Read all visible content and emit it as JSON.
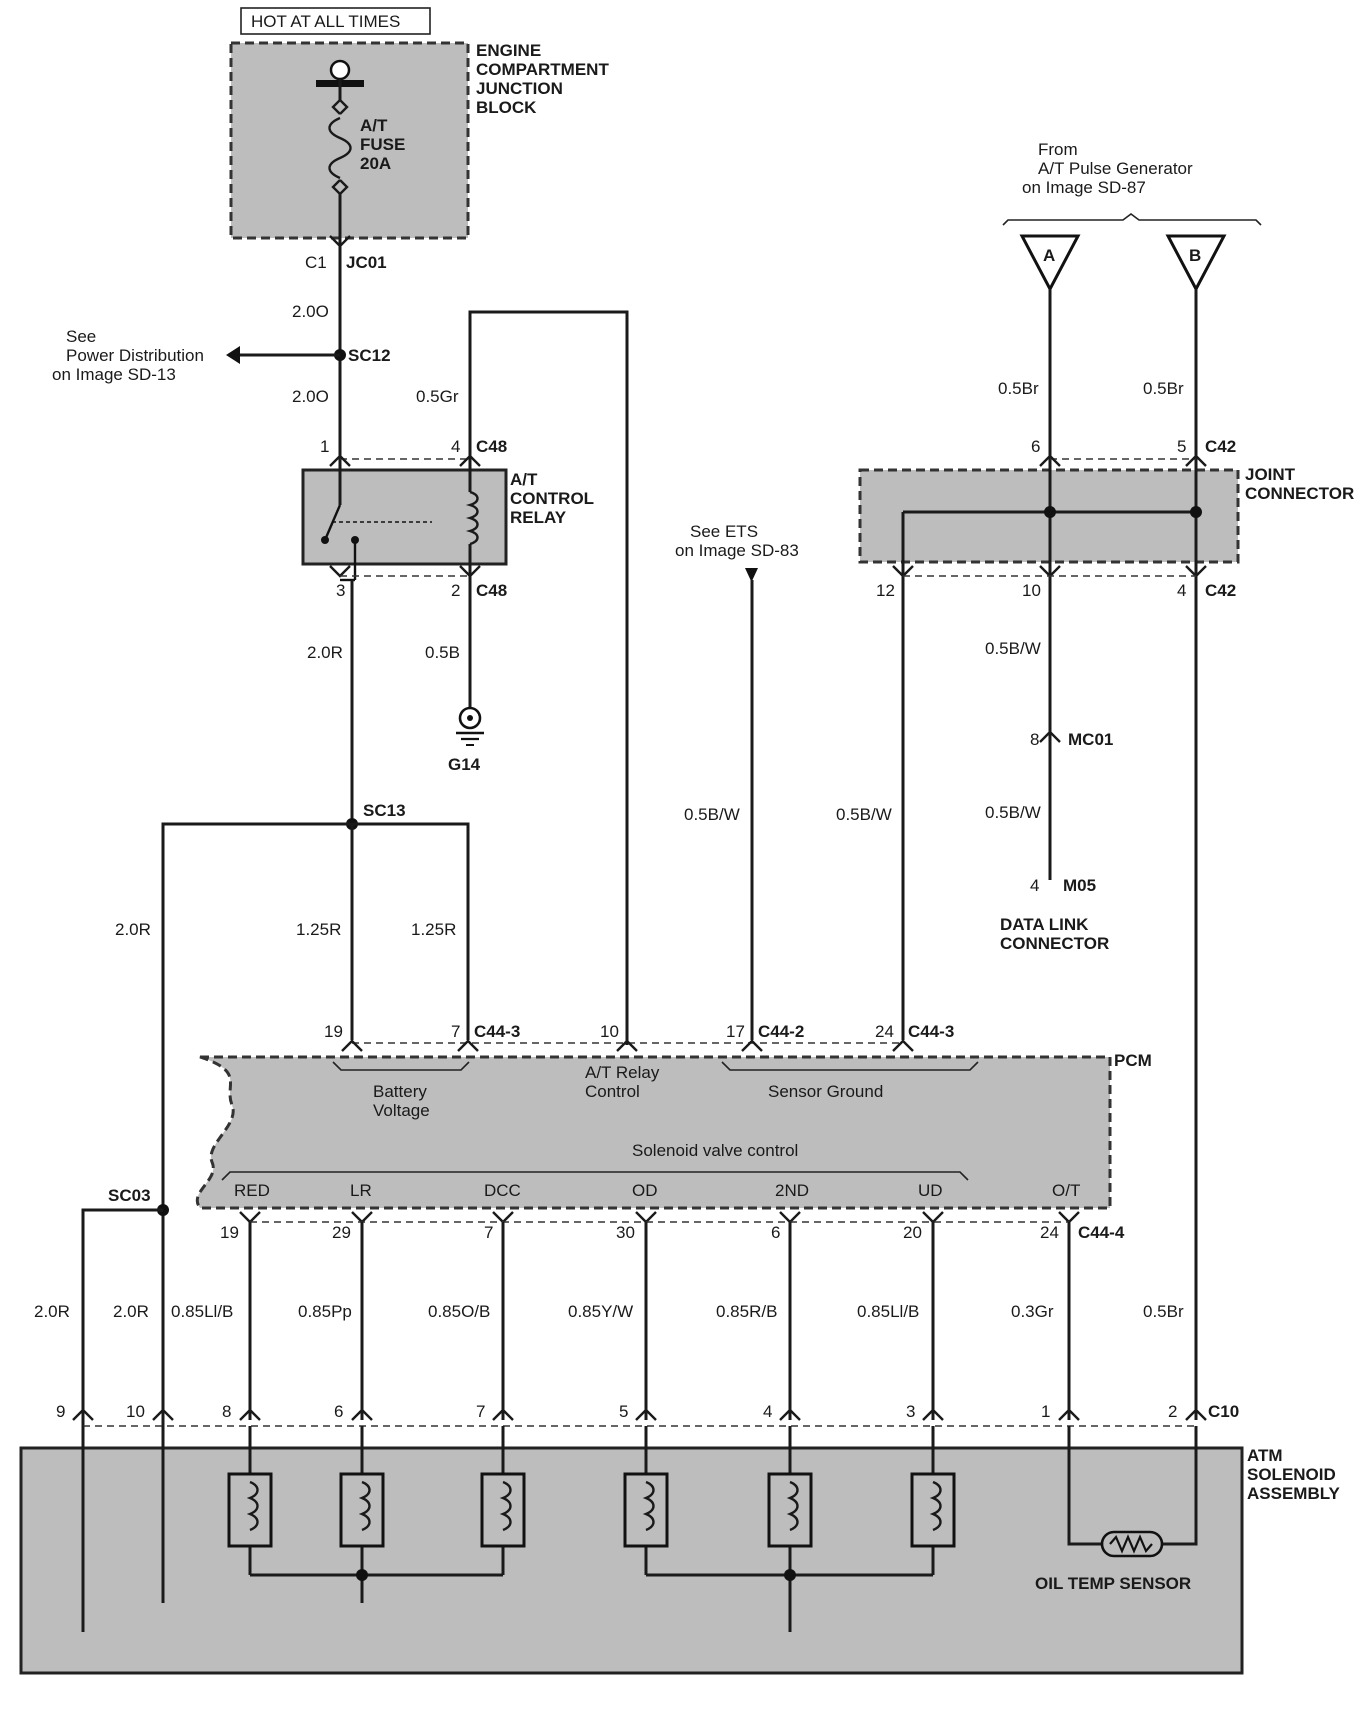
{
  "power": {
    "hot_label": "HOT AT ALL TIMES",
    "block_line1": "ENGINE",
    "block_line2": "COMPARTMENT",
    "block_line3": "JUNCTION",
    "block_line4": "BLOCK",
    "fuse_line1": "A/T",
    "fuse_line2": "FUSE",
    "fuse_line3": "20A",
    "pin_c1": "C1",
    "conn_jc01": "JC01",
    "wire_a": "2.0O",
    "splice_sc12": "SC12",
    "wire_b": "2.0O",
    "see_line1": "See",
    "see_line2": "Power Distribution",
    "see_line3": "on Image SD-13"
  },
  "relay": {
    "pin1": "1",
    "pin4": "4",
    "conn_top": "C48",
    "label1": "A/T",
    "label2": "CONTROL",
    "label3": "RELAY",
    "pin3": "3",
    "pin2": "2",
    "conn_bot": "C48",
    "wire_gr": "0.5Gr",
    "wire_r": "2.0R",
    "wire_b": "0.5B",
    "ground": "G14"
  },
  "sc13": {
    "splice": "SC13",
    "wire_left": "2.0R",
    "wire_mid": "1.25R",
    "wire_right": "1.25R"
  },
  "ets": {
    "line1": "See ETS",
    "line2": "on Image SD-83",
    "wire": "0.5B/W"
  },
  "pulse": {
    "line1": "From",
    "line2": "A/T Pulse Generator",
    "line3": "on Image SD-87",
    "tag_a": "A",
    "tag_b": "B",
    "wire_a": "0.5Br",
    "wire_b": "0.5Br"
  },
  "joint": {
    "pin6": "6",
    "pin5": "5",
    "conn_top": "C42",
    "label1": "JOINT",
    "label2": "CONNECTOR",
    "pin12": "12",
    "pin10": "10",
    "pin4": "4",
    "conn_bot": "C42",
    "wire_12": "0.5B/W",
    "wire_10a": "0.5B/W",
    "mc_pin": "8",
    "mc_conn": "MC01",
    "wire_10b": "0.5B/W",
    "dlc_pin": "4",
    "dlc_conn": "M05",
    "dlc_line1": "DATA LINK",
    "dlc_line2": "CONNECTOR"
  },
  "pcm": {
    "label": "PCM",
    "top_pins": [
      {
        "pin": "19"
      },
      {
        "pin": "7",
        "conn": "C44-3"
      },
      {
        "pin": "10"
      },
      {
        "pin": "17",
        "conn": "C44-2"
      },
      {
        "pin": "24",
        "conn": "C44-3"
      }
    ],
    "battery1": "Battery",
    "battery2": "Voltage",
    "relay1": "A/T Relay",
    "relay2": "Control",
    "sensor_ground": "Sensor Ground",
    "solenoid_ctrl": "Solenoid valve control",
    "outputs": [
      "RED",
      "LR",
      "DCC",
      "OD",
      "2ND",
      "UD",
      "O/T"
    ],
    "bottom_pins": [
      "19",
      "29",
      "7",
      "30",
      "6",
      "20",
      "24"
    ],
    "bottom_conn": "C44-4"
  },
  "sc03": {
    "splice": "SC03"
  },
  "lower_wires": [
    "2.0R",
    "2.0R",
    "0.85Ll/B",
    "0.85Pp",
    "0.85O/B",
    "0.85Y/W",
    "0.85R/B",
    "0.85Ll/B",
    "0.3Gr",
    "0.5Br"
  ],
  "c10": {
    "pins": [
      "9",
      "10",
      "8",
      "6",
      "7",
      "5",
      "4",
      "3",
      "1",
      "2"
    ],
    "conn": "C10"
  },
  "atm": {
    "line1": "ATM",
    "line2": "SOLENOID",
    "line3": "ASSEMBLY",
    "sensor": "OIL TEMP SENSOR"
  }
}
